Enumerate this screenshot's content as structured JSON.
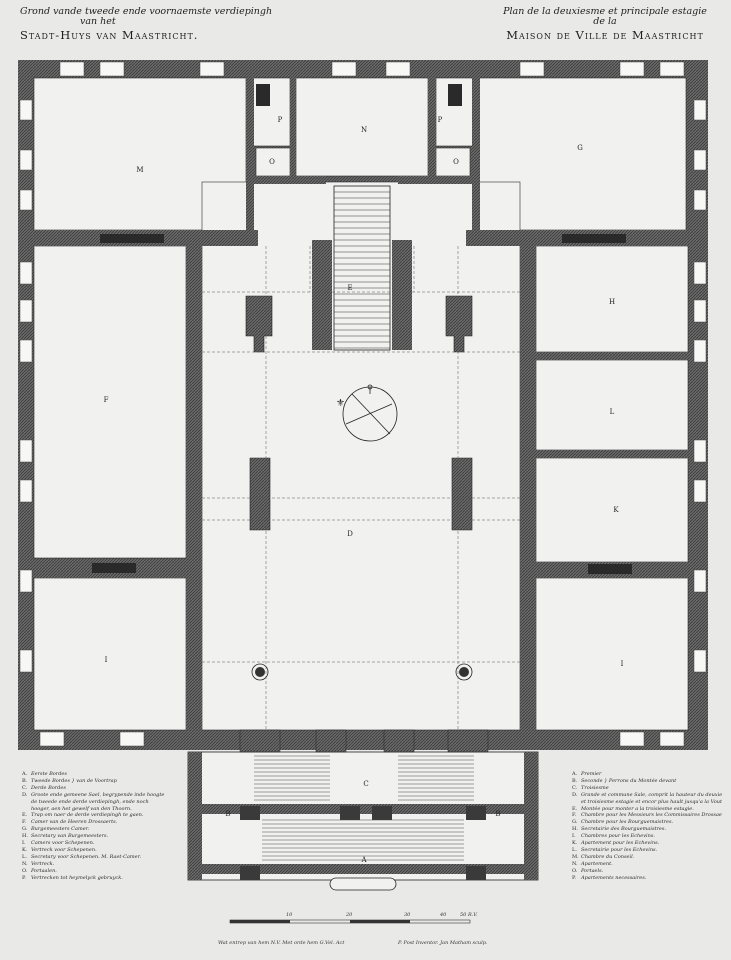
{
  "title_nl": {
    "line1": "Grond vande tweede ende voornaemste verdiepingh",
    "line2": "van het",
    "line3": "Stadt-Huys van Maastricht."
  },
  "title_fr": {
    "line1": "Plan de la deuxiesme et principale estagie",
    "line2": "de la",
    "line3": "Maison de Ville de Maastricht"
  },
  "room_labels": {
    "A": "A",
    "B_left": "B",
    "B_right": "B",
    "C": "C",
    "D": "D",
    "E": "E",
    "F": "F",
    "G": "G",
    "H": "H",
    "I_left": "I",
    "I_right": "I",
    "K": "K",
    "L": "L",
    "M": "M",
    "N": "N",
    "O_left": "O",
    "O_right": "O",
    "P_left": "P",
    "P_right": "P"
  },
  "legend_nl": [
    {
      "key": "A",
      "text": "Eerste Bordes"
    },
    {
      "key": "B",
      "text": "Tweede Bordes  } van de Voortrap"
    },
    {
      "key": "C",
      "text": "Derde Bordes"
    },
    {
      "key": "D",
      "text": "Groote ende gemeene Sael, begrypende inde hoogte"
    },
    {
      "key": "",
      "text": "de tweede ende derde verdiepingh, ende noch"
    },
    {
      "key": "",
      "text": "hooger, aen het gewelf van den Thoorn."
    },
    {
      "key": "E",
      "text": "Trap om naer de derde verdiepingh te gaen."
    },
    {
      "key": "F",
      "text": "Camer van de Heeren Drossaerts."
    },
    {
      "key": "G",
      "text": "Burgemeesters Camer."
    },
    {
      "key": "H",
      "text": "Secretary van Burgemeesters."
    },
    {
      "key": "I",
      "text": "Camers voor Schepenen."
    },
    {
      "key": "K",
      "text": "Vertreck voor Schepenen."
    },
    {
      "key": "L",
      "text": "Secretary voor Schepenen.    M. Raet-Camer."
    },
    {
      "key": "N",
      "text": "Vertreck."
    },
    {
      "key": "O",
      "text": "Portaalen."
    },
    {
      "key": "P",
      "text": "Vertrecken tot heymelyck gebruyck."
    }
  ],
  "legend_fr": [
    {
      "key": "A",
      "text": "Premier"
    },
    {
      "key": "B",
      "text": "Seconde  } Perrons du Montée devant"
    },
    {
      "key": "C",
      "text": "Troisiesme"
    },
    {
      "key": "D",
      "text": "Grande et commune Sale, comprit la hauteur du deuxiesme"
    },
    {
      "key": "",
      "text": "et troisiesme estagie et encor plus hault jusqu'a la Voute au Coupole."
    },
    {
      "key": "E",
      "text": "Montée pour monter a la troisiesme estagie."
    },
    {
      "key": "F",
      "text": "Chambre pour les Messieurs les Commissaires Drossaerts."
    },
    {
      "key": "G",
      "text": "Chambre pour les Bourguemaistres."
    },
    {
      "key": "H",
      "text": "Secretairie des Bourguemaistres."
    },
    {
      "key": "I",
      "text": "Chambres pour les Echevins."
    },
    {
      "key": "K",
      "text": "Apartement pour les Echevins."
    },
    {
      "key": "L",
      "text": "Secretairie pour les Echevins."
    },
    {
      "key": "M",
      "text": "Chambre du Conseil."
    },
    {
      "key": "N",
      "text": "Apartement."
    },
    {
      "key": "O",
      "text": "Portaels."
    },
    {
      "key": "P",
      "text": "Apartements necessaires."
    }
  ],
  "scale": {
    "labels": [
      "10",
      "20",
      "30",
      "40",
      "50 R.V."
    ]
  },
  "credits": {
    "left": "Wat entrep van hem N.V. Met orde hem G.Vel. Act",
    "right": "P. Post Inventor.    Jan Matham sculp."
  },
  "colors": {
    "paper": "#e9e9e7",
    "ink": "#1e1e1e",
    "wall": "#5a5a5a",
    "wall_dark": "#3a3a3a",
    "room": "#f1f1ef"
  }
}
